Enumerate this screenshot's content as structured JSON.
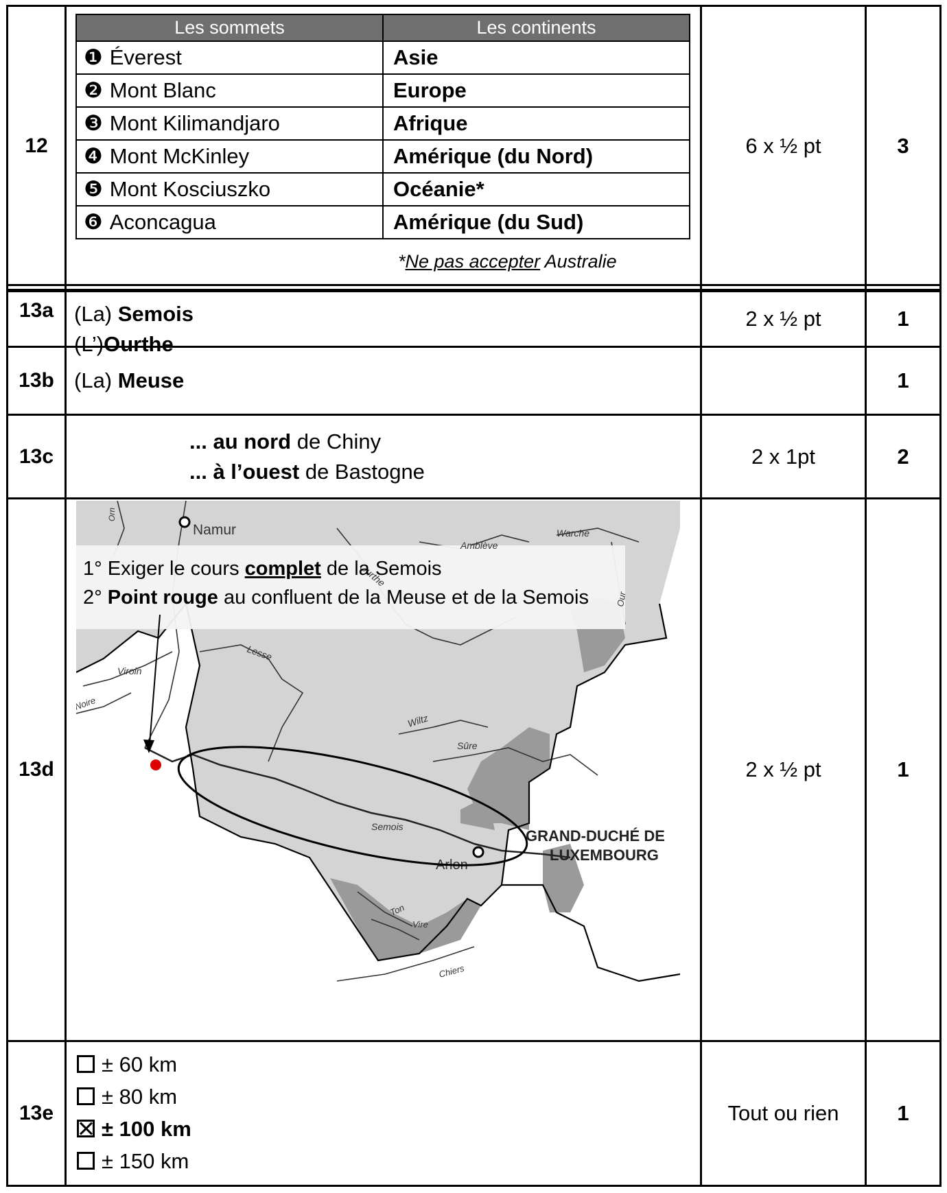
{
  "q12": {
    "number": "12",
    "headers": [
      "Les sommets",
      "Les continents"
    ],
    "rows": [
      {
        "marker": "❶",
        "peak": "Éverest",
        "continent": "Asie"
      },
      {
        "marker": "❷",
        "peak": "Mont Blanc",
        "continent": "Europe"
      },
      {
        "marker": "❸",
        "peak": "Mont Kilimandjaro",
        "continent": "Afrique"
      },
      {
        "marker": "❹",
        "peak": "Mont McKinley",
        "continent": "Amérique (du Nord)"
      },
      {
        "marker": "❺",
        "peak": "Mont Kosciuszko",
        "continent": "Océanie*"
      },
      {
        "marker": "❻",
        "peak": "Aconcagua",
        "continent": "Amérique (du Sud)"
      }
    ],
    "note_prefix": "*",
    "note_underlined": "Ne pas accepter",
    "note_suffix": " Australie",
    "points": "6 x ½ pt",
    "total": "3"
  },
  "q13a": {
    "number": "13a",
    "line1_prefix": "(La) ",
    "line1_bold": "Semois",
    "line2_prefix": "(L’)",
    "line2_bold": "Ourthe",
    "points": "2 x ½ pt",
    "total": "1"
  },
  "q13b": {
    "number": "13b",
    "prefix": "(La) ",
    "bold": "Meuse",
    "points": "",
    "total": "1"
  },
  "q13c": {
    "number": "13c",
    "line1_bold": "... au nord",
    "line1_rest": " de Chiny",
    "line2_bold": "... à l’ouest",
    "line2_rest": " de Bastogne",
    "points": "2 x 1pt",
    "total": "2"
  },
  "q13d": {
    "number": "13d",
    "instr1_a": "1° Exiger le cours ",
    "instr1_b": "complet",
    "instr1_c": " de la Semois",
    "instr2_a": "2° ",
    "instr2_b": "Point rouge",
    "instr2_c": " au confluent de la Meuse et de la Semois",
    "map_labels": {
      "namur": "Namur",
      "warche": "Warche",
      "ambleve": "Amblève",
      "lesse": "Lesse",
      "viroin": "Viroin",
      "noire": "Noire",
      "wiltz": "Wiltz",
      "sure": "Sûre",
      "semois": "Semois",
      "arlon": "Arlon",
      "ton": "Ton",
      "vire": "Vire",
      "chiers": "Chiers",
      "orn": "Orn",
      "ourthe": "Ourthe",
      "our": "Our",
      "lux1": "GRAND-DUCHÉ DE",
      "lux2": "LUXEMBOURG"
    },
    "accent_color": "#e00000",
    "points": "2 x ½ pt",
    "total": "1"
  },
  "q13e": {
    "number": "13e",
    "options": [
      {
        "label": "± 60 km",
        "checked": false
      },
      {
        "label": "± 80 km",
        "checked": false
      },
      {
        "label": "± 100 km",
        "checked": true
      },
      {
        "label": "± 150 km",
        "checked": false
      }
    ],
    "points": "Tout ou rien",
    "total": "1"
  }
}
